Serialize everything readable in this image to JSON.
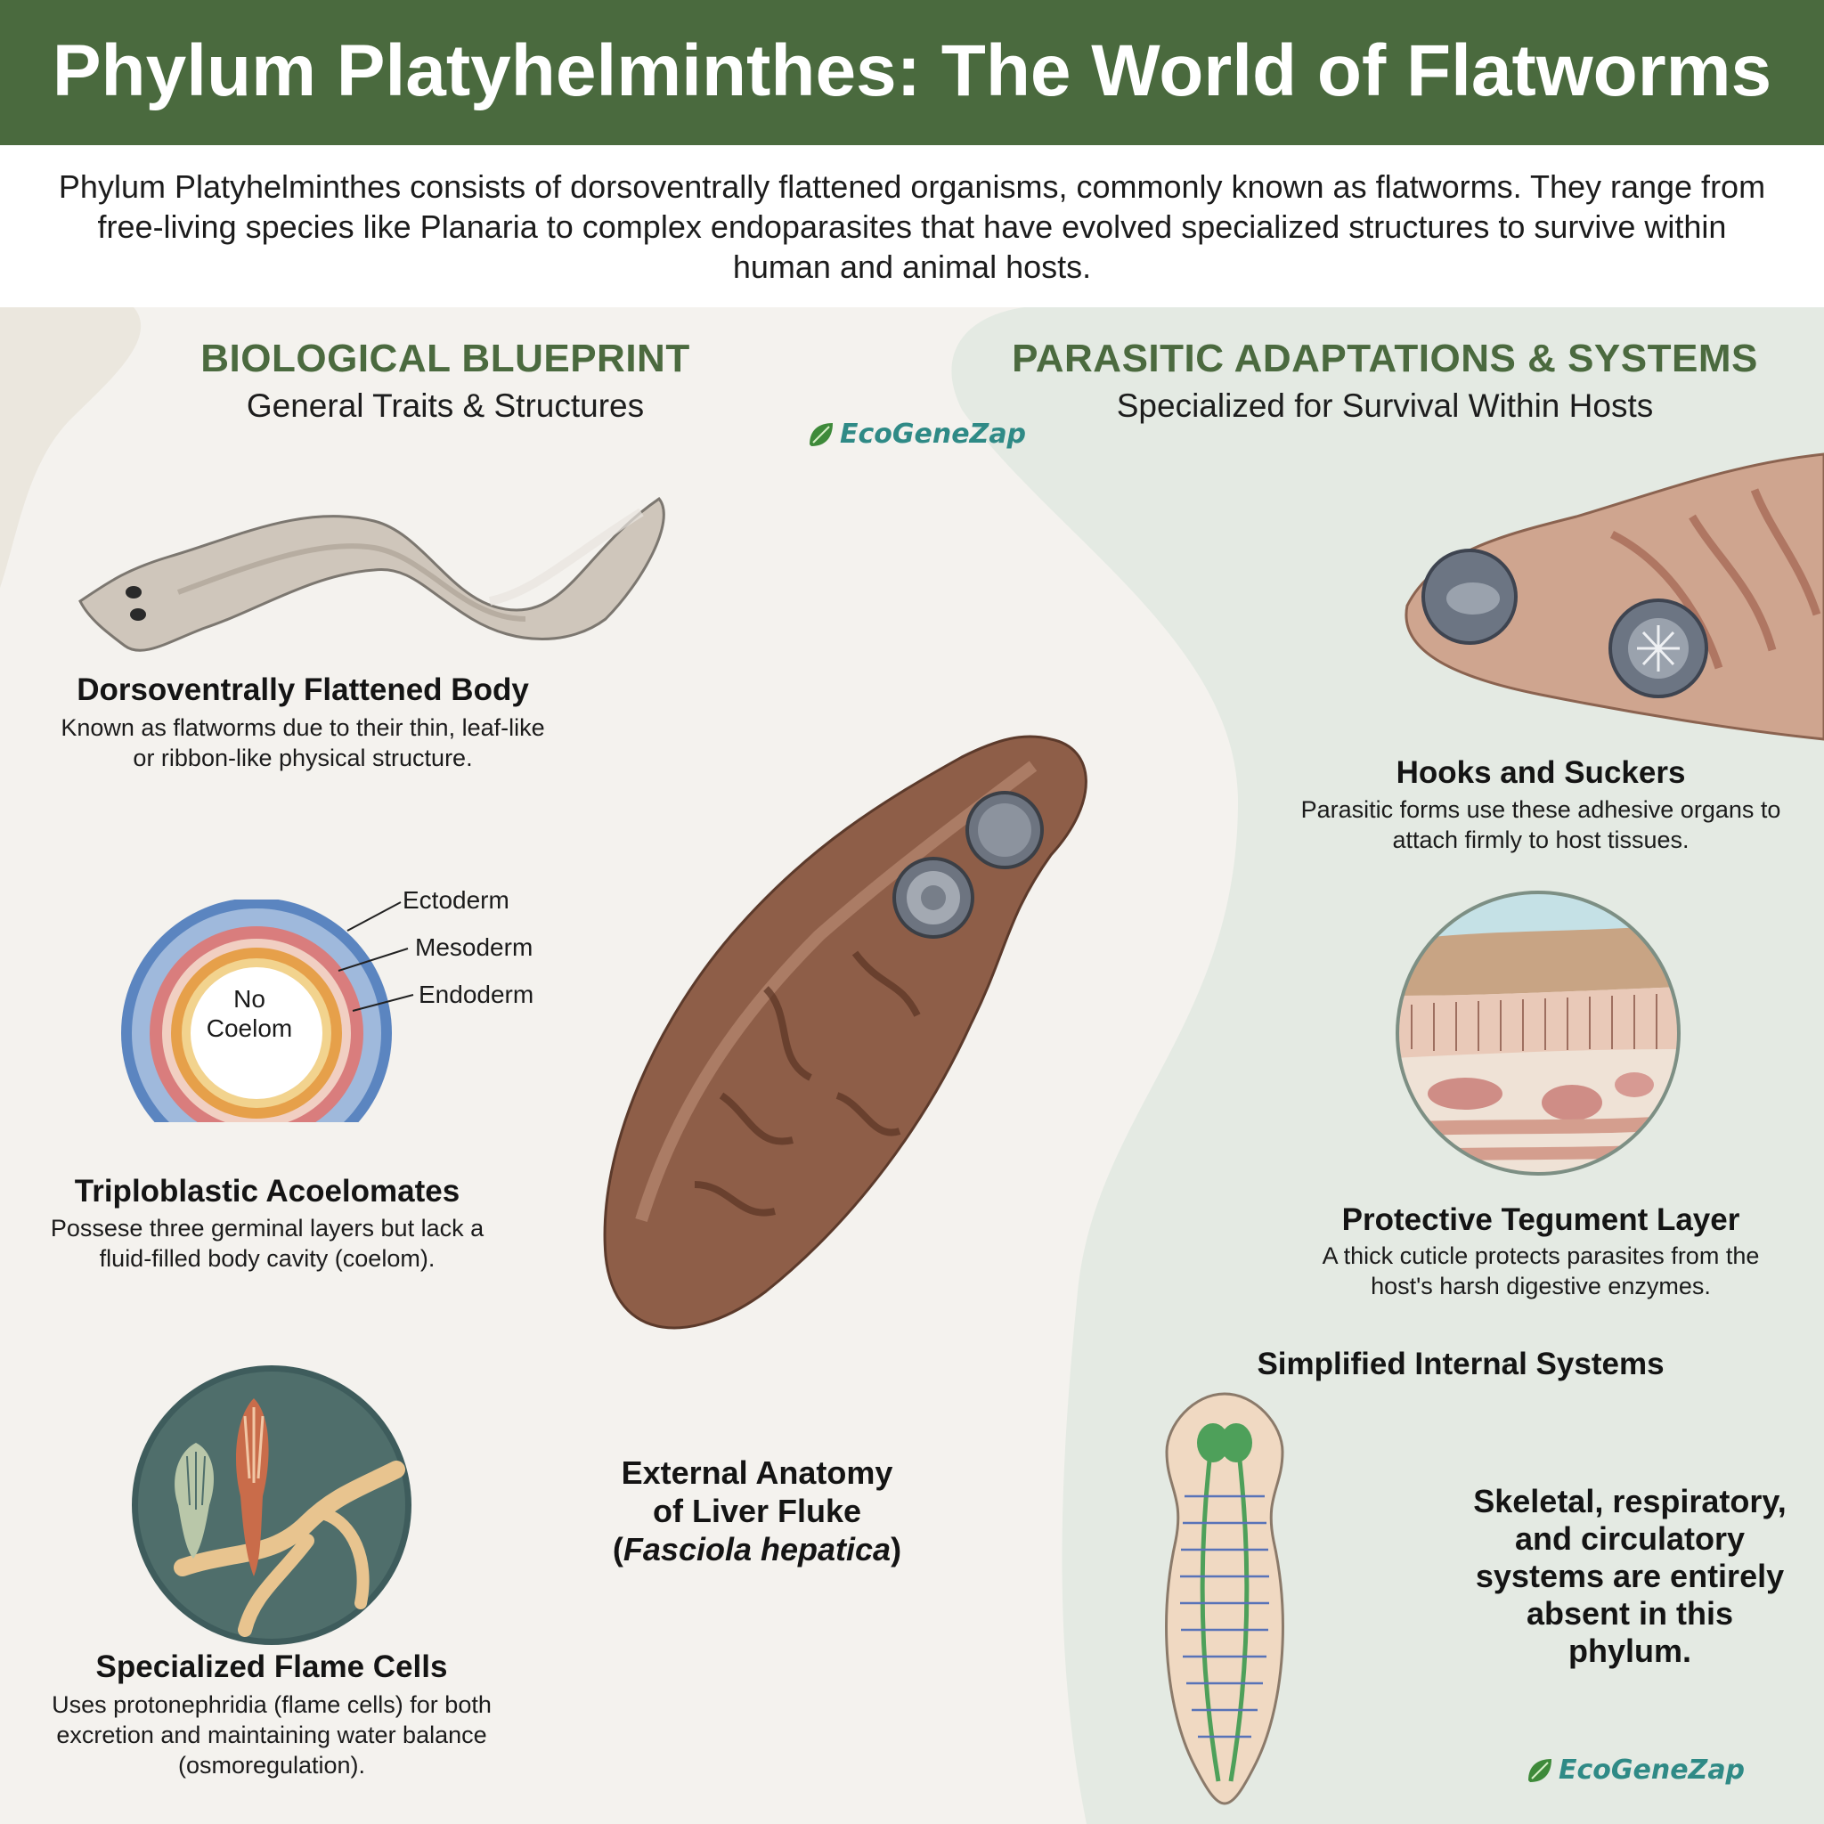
{
  "header": {
    "title": "Phylum Platyhelminthes: The World of Flatworms",
    "intro": "Phylum Platyhelminthes consists of dorsoventrally flattened organisms, commonly known as flatworms. They range from free-living species like Planaria to complex endoparasites that have evolved specialized structures to survive within human and animal hosts."
  },
  "left_section": {
    "title": "BIOLOGICAL BLUEPRINT",
    "subtitle": "General Traits & Structures",
    "items": [
      {
        "heading": "Dorsoventrally Flattened Body",
        "text": "Known as flatworms due to their thin, leaf-like or ribbon-like physical structure."
      },
      {
        "heading": "Triploblastic Acoelomates",
        "text": "Possese three germinal layers but lack a fluid-filled body cavity (coelom)."
      },
      {
        "heading": "Specialized Flame Cells",
        "text": "Uses protonephridia (flame cells) for both excretion and maintaining water balance (osmoregulation)."
      }
    ],
    "layer_diagram": {
      "labels": [
        "Ectoderm",
        "Mesoderm",
        "Endoderm"
      ],
      "center_line1": "No",
      "center_line2": "Coelom"
    }
  },
  "center": {
    "caption_line1": "External Anatomy",
    "caption_line2": "of Liver Fluke",
    "caption_species": "Fasciola hepatica"
  },
  "right_section": {
    "title": "PARASITIC ADAPTATIONS & SYSTEMS",
    "subtitle": "Specialized for Survival Within Hosts",
    "items": [
      {
        "heading": "Hooks and Suckers",
        "text": "Parasitic forms use these adhesive organs to attach firmly to host tissues."
      },
      {
        "heading": "Protective Tegument Layer",
        "text": "A thick cuticle protects parasites from the host's harsh digestive enzymes."
      }
    ],
    "systems_heading": "Simplified Internal Systems",
    "systems_text": "Skeletal, respiratory, and circulatory systems are entirely absent in this phylum."
  },
  "branding": {
    "logo_text": "EcoGeneZap"
  },
  "colors": {
    "header_green": "#4a6a3e",
    "section_title_green": "#4b6a3f",
    "left_panel_bg": "#f3f1ec",
    "right_panel_bg": "#e3e9e2",
    "fluke_brown": "#8e5e48",
    "logo_teal": "#2f8a86"
  }
}
